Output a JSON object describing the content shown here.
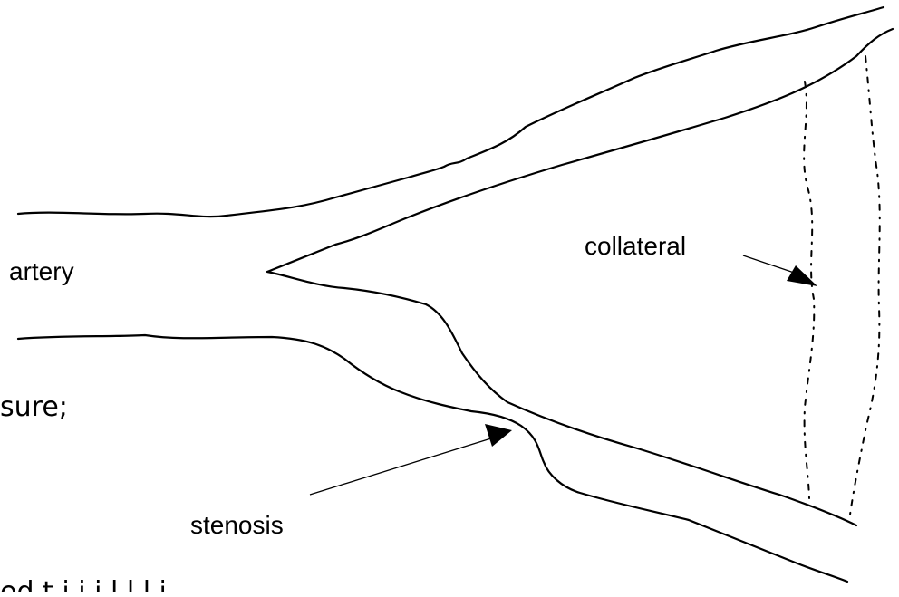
{
  "labels": {
    "artery": "artery",
    "collateral": "collateral",
    "stenosis": "stenosis"
  },
  "background_text": {
    "line1_fragment": "sure;",
    "line2_fragment": "ed    t           i   i   i     l l         l     i"
  },
  "colors": {
    "stroke": "#000000",
    "background": "#ffffff"
  }
}
